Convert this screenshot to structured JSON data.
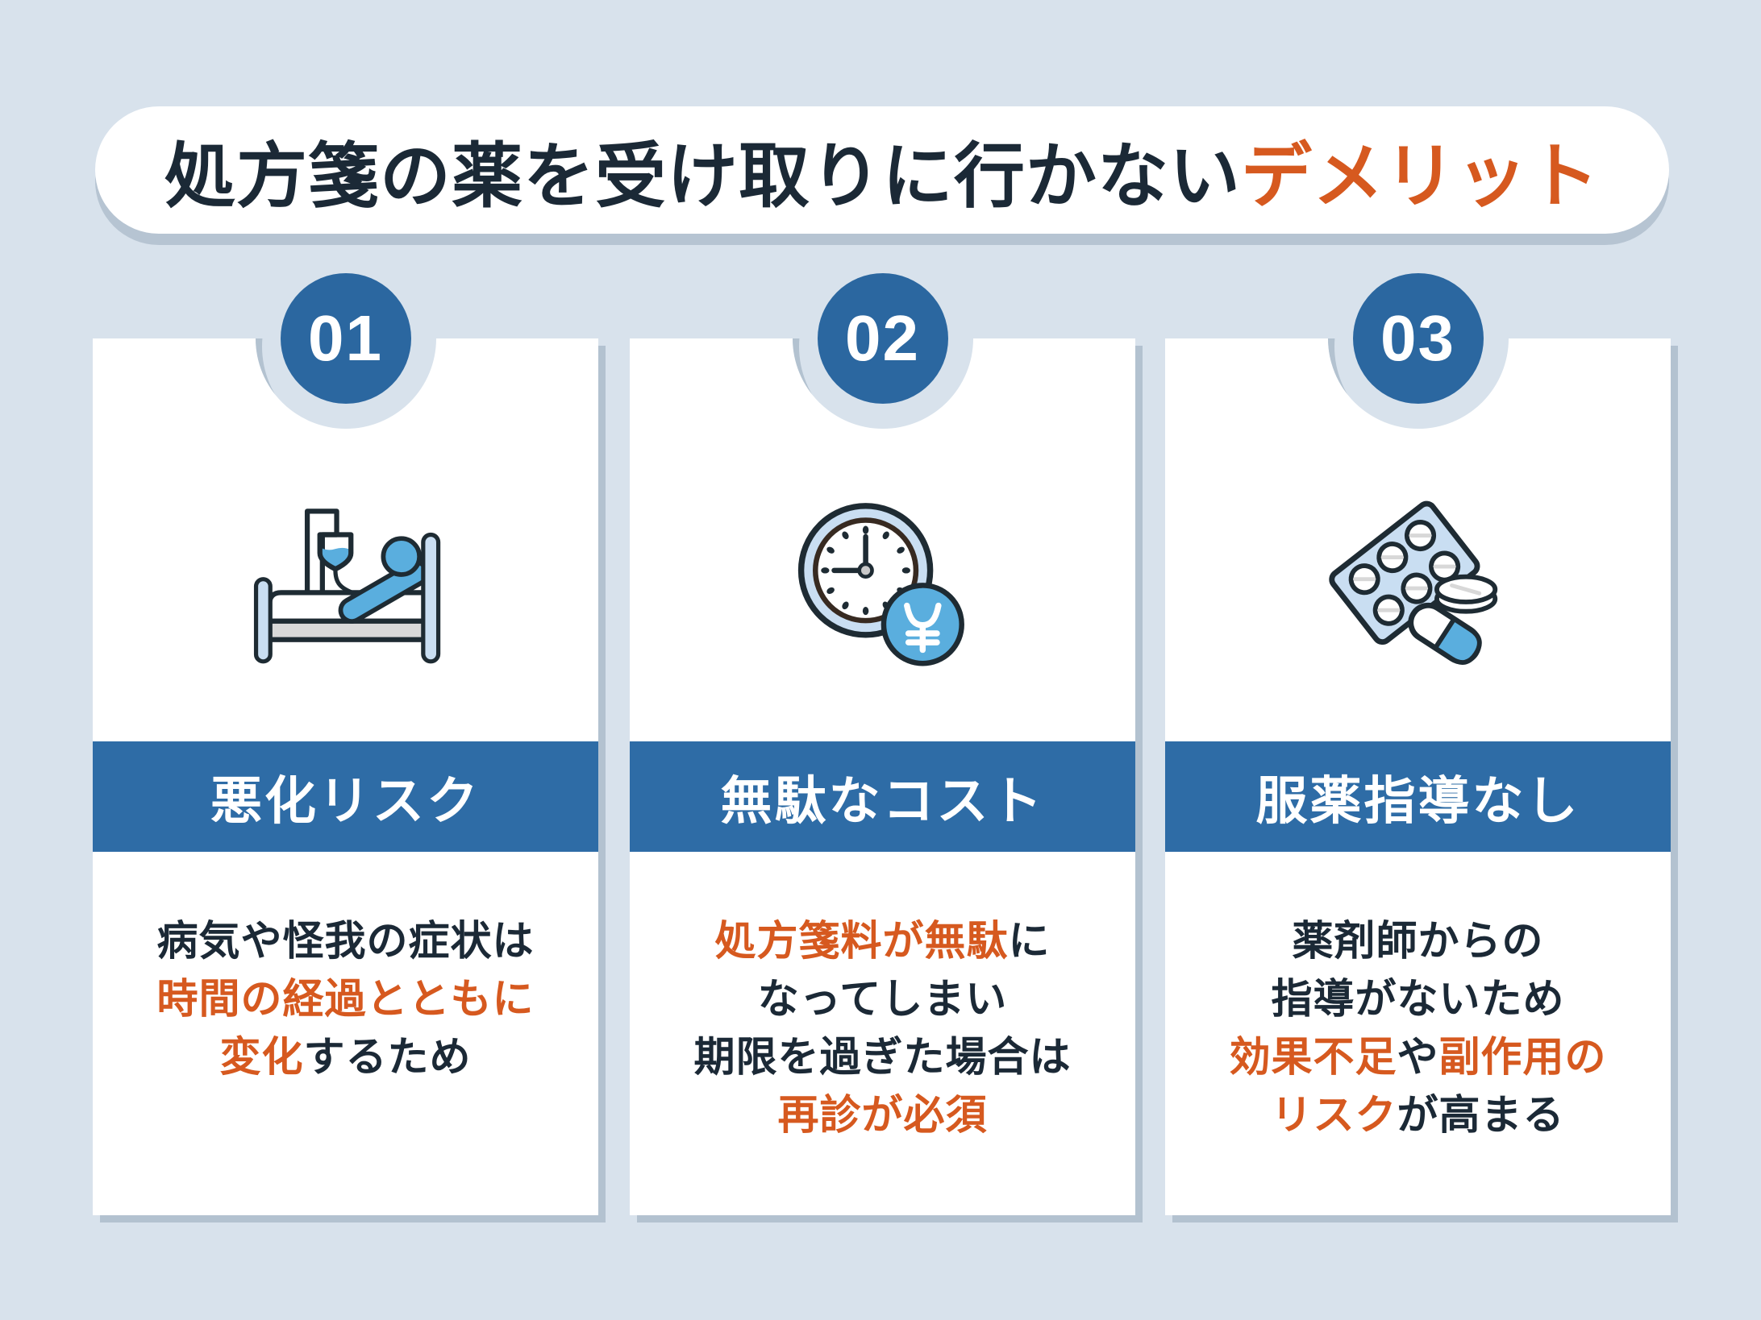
{
  "header": {
    "title_main": "処方箋の薬を受け取りに行かない",
    "title_accent": "デメリット"
  },
  "colors": {
    "background": "#d8e2ec",
    "card": "#ffffff",
    "shadow": "#b3c2d0",
    "banner_blue": "#2e6ca6",
    "badge_blue": "#2b67a0",
    "accent_orange": "#d6591f",
    "text_dark": "#1b2936",
    "icon_blue": "#5aaede",
    "icon_light_blue": "#c9def2",
    "icon_outline": "#1e2b33"
  },
  "cards": [
    {
      "number": "01",
      "title": "悪化リスク",
      "icon": "hospital-bed-icon",
      "body": [
        [
          {
            "t": "病気や怪我の症状は",
            "c": "dark"
          }
        ],
        [
          {
            "t": "時間の経過とともに",
            "c": "orange"
          }
        ],
        [
          {
            "t": "変化",
            "c": "orange"
          },
          {
            "t": "するため",
            "c": "dark"
          }
        ]
      ]
    },
    {
      "number": "02",
      "title": "無駄なコスト",
      "icon": "clock-yen-icon",
      "body": [
        [
          {
            "t": "処方箋料が無駄",
            "c": "orange"
          },
          {
            "t": "に",
            "c": "dark"
          }
        ],
        [
          {
            "t": "なってしまい",
            "c": "dark"
          }
        ],
        [
          {
            "t": "期限を過ぎた場合は",
            "c": "dark"
          }
        ],
        [
          {
            "t": "再診が必須",
            "c": "orange"
          }
        ]
      ]
    },
    {
      "number": "03",
      "title": "服薬指導なし",
      "icon": "pills-icon",
      "body": [
        [
          {
            "t": "薬剤師からの",
            "c": "dark"
          }
        ],
        [
          {
            "t": "指導がないため",
            "c": "dark"
          }
        ],
        [
          {
            "t": "効果不足",
            "c": "orange"
          },
          {
            "t": "や",
            "c": "dark"
          },
          {
            "t": "副作用の",
            "c": "orange"
          }
        ],
        [
          {
            "t": "リスク",
            "c": "orange"
          },
          {
            "t": "が高まる",
            "c": "dark"
          }
        ]
      ]
    }
  ]
}
